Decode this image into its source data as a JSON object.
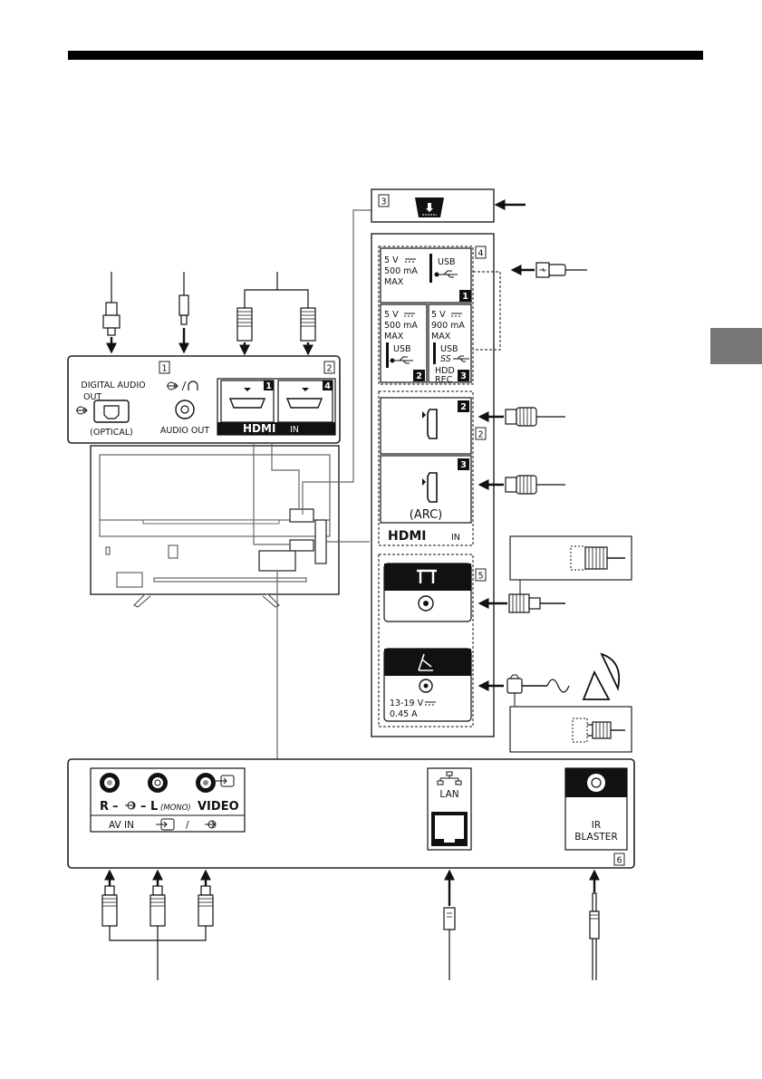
{
  "hdmi_logo": "HDMI",
  "side_panel": {
    "num1_box": "1",
    "digital_audio_line1": "DIGITAL AUDIO",
    "digital_audio_line2": "OUT",
    "optical": "(OPTICAL)",
    "audio_out": "AUDIO OUT",
    "num2_box": "2",
    "hdmi_port_1": "1",
    "hdmi_port_4": "4",
    "hdmi_in": "IN"
  },
  "top_box": {
    "number": "3"
  },
  "usb_panel": {
    "number": "4",
    "usb1_volt": "5 V",
    "usb1_current": "500 mA",
    "usb1_max": "MAX",
    "usb1_label": "USB",
    "usb1_num": "1",
    "usb2_volt": "5 V",
    "usb2_current": "500 mA",
    "usb2_max": "MAX",
    "usb2_label": "USB",
    "usb2_num": "2",
    "usb3_volt": "5 V",
    "usb3_current": "900 mA",
    "usb3_max": "MAX",
    "usb3_label": "USB",
    "usb3_ss": "SS",
    "usb3_hdd": "HDD",
    "usb3_rec": "REC",
    "usb3_num": "3"
  },
  "hdmi_panel": {
    "number": "2",
    "port2": "2",
    "port3": "3",
    "arc": "(ARC)",
    "hdmi_in": "IN"
  },
  "antenna_panel": {
    "number": "5",
    "sat_voltage": "13-19 V",
    "sat_current": "0.45 A"
  },
  "bottom_panel": {
    "av_r": "R",
    "av_l": "L",
    "av_mono": "(MONO)",
    "av_video": "VIDEO",
    "av_in": "AV IN",
    "lan": "LAN",
    "ir_line1": "IR",
    "ir_line2": "BLASTER",
    "number": "6"
  }
}
